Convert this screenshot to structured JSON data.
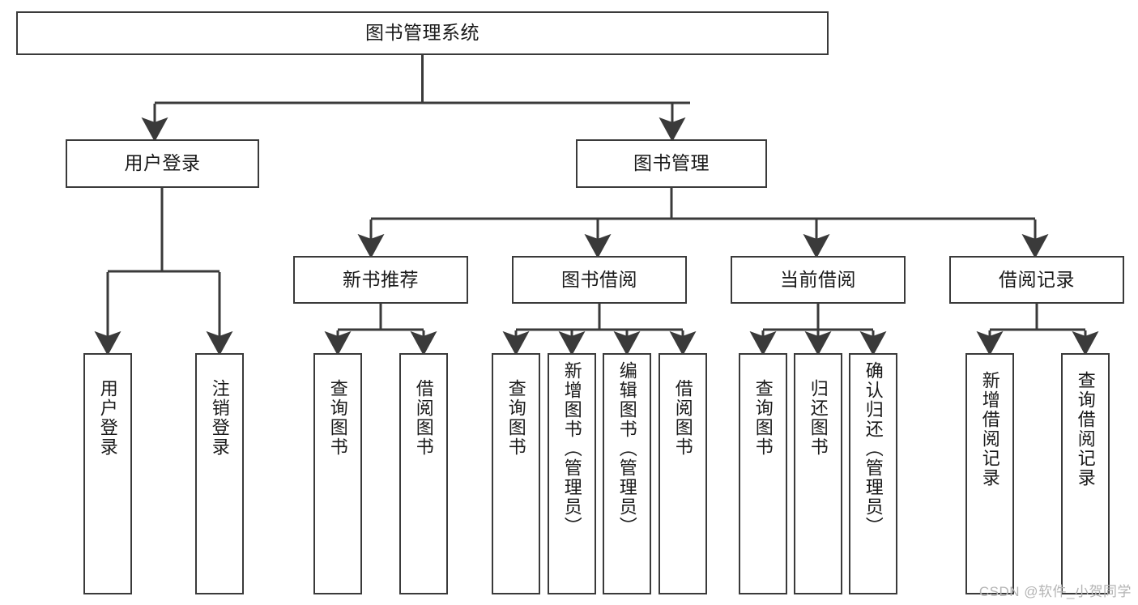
{
  "diagram": {
    "title": "图书管理系统",
    "type": "tree-hierarchy-diagram",
    "colors": {
      "box_border": "#3a3a3a",
      "box_fill": "#ffffff",
      "edge": "#3a3a3a",
      "text": "#1a1a1a",
      "watermark": "#b4b4b4",
      "background": "#ffffff"
    },
    "root": {
      "label": "图书管理系统"
    },
    "level2": [
      {
        "label": "用户登录"
      },
      {
        "label": "图书管理"
      }
    ],
    "level3": [
      {
        "label": "新书推荐"
      },
      {
        "label": "图书借阅"
      },
      {
        "label": "当前借阅"
      },
      {
        "label": "借阅记录"
      }
    ],
    "leaves": {
      "user_login": [
        {
          "label": "用户登录"
        },
        {
          "label": "注销登录"
        }
      ],
      "new_book_recommend": [
        {
          "label": "查询图书"
        },
        {
          "label": "借阅图书"
        }
      ],
      "book_borrow": [
        {
          "label": "查询图书"
        },
        {
          "label": "新增图书（管理员）"
        },
        {
          "label": "编辑图书（管理员）"
        },
        {
          "label": "借阅图书"
        }
      ],
      "current_borrow": [
        {
          "label": "查询图书"
        },
        {
          "label": "归还图书"
        },
        {
          "label": "确认归还（管理员）"
        }
      ],
      "borrow_record": [
        {
          "label": "新增借阅记录"
        },
        {
          "label": "查询借阅记录"
        }
      ]
    }
  },
  "watermark": {
    "text": "CSDN @软件_小贺同学"
  }
}
